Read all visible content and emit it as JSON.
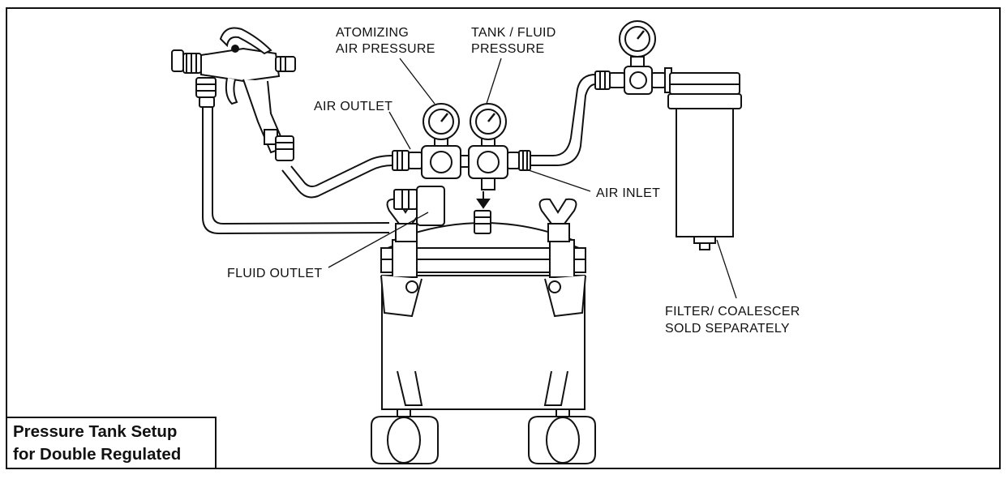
{
  "diagram": {
    "labels": {
      "atomizing_line1": "ATOMIZING",
      "atomizing_line2": "AIR PRESSURE",
      "tank_line1": "TANK / FLUID",
      "tank_line2": "PRESSURE",
      "air_outlet": "AIR OUTLET",
      "air_inlet": "AIR INLET",
      "fluid_outlet": "FLUID OUTLET",
      "filter_line1": "FILTER/ COALESCER",
      "filter_line2": "SOLD SEPARATELY"
    },
    "title_line1": "Pressure Tank Setup",
    "title_line2": "for Double Regulated"
  }
}
